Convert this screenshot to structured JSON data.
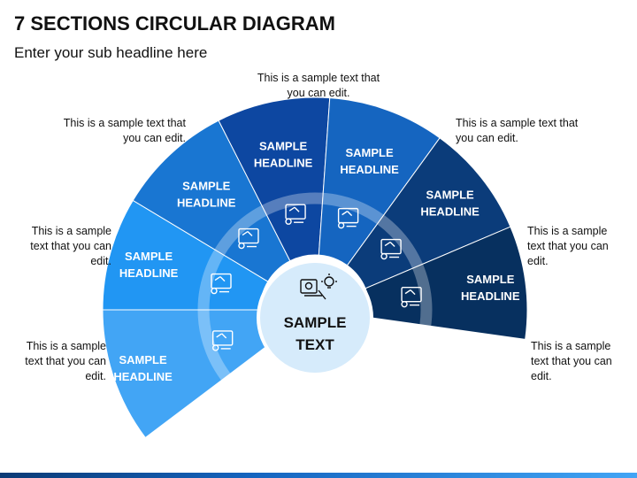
{
  "title": "7 SECTIONS CIRCULAR DIAGRAM",
  "subtitle": "Enter your sub headline here",
  "center": {
    "line1": "SAMPLE",
    "line2": "TEXT"
  },
  "segments": [
    {
      "line1": "SAMPLE",
      "line2": "HEADLINE",
      "color": "#42a5f5",
      "icon": "presenter-chart-icon"
    },
    {
      "line1": "SAMPLE",
      "line2": "HEADLINE",
      "color": "#2196f3",
      "icon": "report-document-icon"
    },
    {
      "line1": "SAMPLE",
      "line2": "HEADLINE",
      "color": "#1976d2",
      "icon": "route-path-icon"
    },
    {
      "line1": "SAMPLE",
      "line2": "HEADLINE",
      "color": "#0d47a1",
      "icon": "user-laptop-icon"
    },
    {
      "line1": "SAMPLE",
      "line2": "HEADLINE",
      "color": "#1565c0",
      "icon": "presentation-board-icon"
    },
    {
      "line1": "SAMPLE",
      "line2": "HEADLINE",
      "color": "#0b3c7a",
      "icon": "vision-analysis-icon"
    },
    {
      "line1": "SAMPLE",
      "line2": "HEADLINE",
      "color": "#07305f",
      "icon": "org-hierarchy-icon"
    }
  ],
  "notes": {
    "n1": "This is a sample text that you can edit.",
    "n2": "This is a sample text that you can edit.",
    "n3": "This is a sample text that you can edit.",
    "n4": "This is a sample text that you can edit.",
    "n5": "This is a sample text that you can edit.",
    "n6": "This is a sample text that you can edit.",
    "n7": "This is a sample text that you can edit."
  }
}
